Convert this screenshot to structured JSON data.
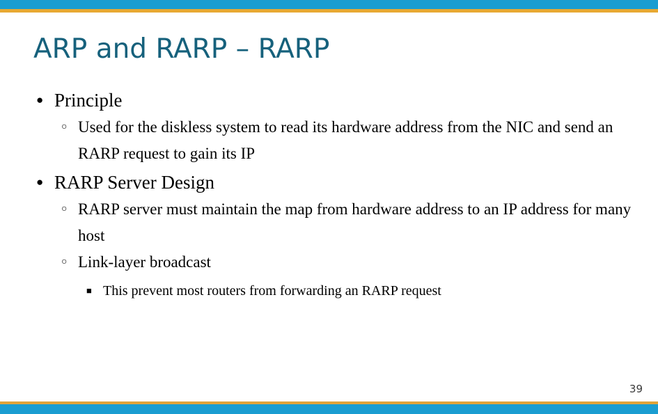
{
  "slide": {
    "title": "ARP and RARP – RARP",
    "page_number": "39",
    "theme": {
      "accent_blue": "#1a9dd1",
      "accent_orange": "#e8a933",
      "title_color": "#16617c",
      "body_color": "#000000",
      "background": "#ffffff"
    },
    "markers": {
      "level1": "●",
      "level2": "○",
      "level3": "■"
    },
    "content": [
      {
        "level": 1,
        "text": "Principle"
      },
      {
        "level": 2,
        "text": "Used for the diskless system to read its hardware address from the NIC and send an RARP request to gain its IP"
      },
      {
        "level": 1,
        "text": "RARP Server Design"
      },
      {
        "level": 2,
        "text": "RARP server must maintain the map from hardware address to an IP address for many host"
      },
      {
        "level": 2,
        "text": "Link-layer broadcast"
      },
      {
        "level": 3,
        "text": "This prevent most routers from forwarding an RARP request"
      }
    ]
  }
}
